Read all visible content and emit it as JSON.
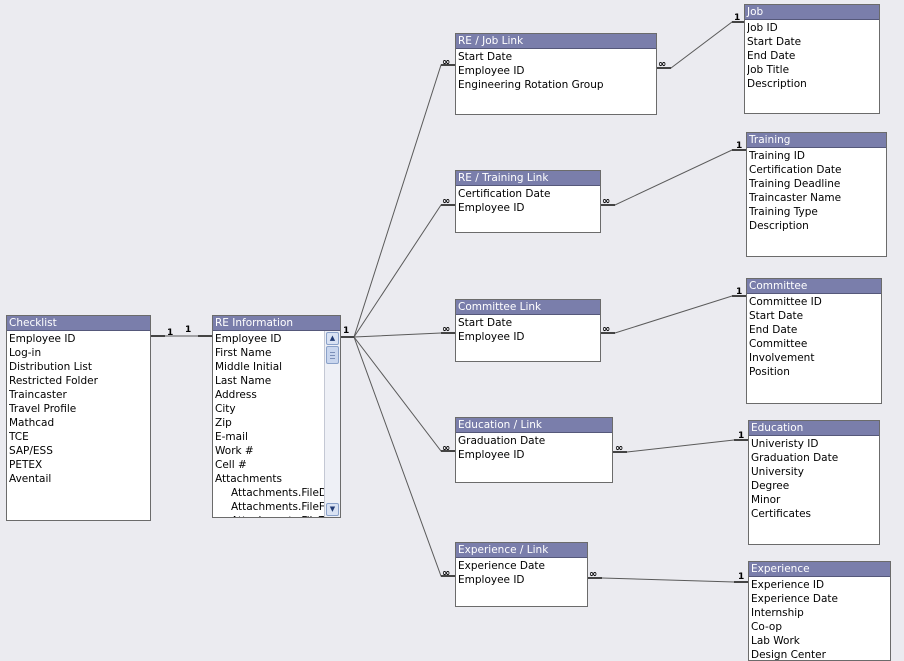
{
  "tables": {
    "checklist": {
      "title": "Checklist",
      "fields": [
        "Employee ID",
        "Log-in",
        "Distribution List",
        "Restricted Folder",
        "Traincaster",
        "Travel Profile",
        "Mathcad",
        "TCE",
        "SAP/ESS",
        "PETEX",
        "Aventail"
      ]
    },
    "re_information": {
      "title": "RE Information",
      "fields": [
        "Employee ID",
        "First Name",
        "Middle Initial",
        "Last Name",
        "Address",
        "City",
        "Zip",
        "E-mail",
        "Work #",
        "Cell #",
        "Attachments"
      ],
      "subfields": [
        "Attachments.FileDa",
        "Attachments.FileFla",
        "Attachments.FileTy"
      ]
    },
    "re_job_link": {
      "title": "RE / Job Link",
      "fields": [
        "Start Date",
        "Employee ID",
        "Engineering Rotation Group"
      ]
    },
    "re_training_link": {
      "title": "RE / Training Link",
      "fields": [
        "Certification Date",
        "Employee ID"
      ]
    },
    "committee_link": {
      "title": "Committee Link",
      "fields": [
        "Start Date",
        "Employee ID"
      ]
    },
    "education_link": {
      "title": "Education / Link",
      "fields": [
        "Graduation Date",
        "Employee ID"
      ]
    },
    "experience_link": {
      "title": "Experience / Link",
      "fields": [
        "Experience Date",
        "Employee ID"
      ]
    },
    "job": {
      "title": "Job",
      "fields": [
        "Job ID",
        "Start Date",
        "End Date",
        "Job Title",
        "Description"
      ]
    },
    "training": {
      "title": "Training",
      "fields": [
        "Training ID",
        "Certification Date",
        "Training Deadline",
        "Traincaster Name",
        "Training Type",
        "Description"
      ]
    },
    "committee": {
      "title": "Committee",
      "fields": [
        "Committee ID",
        "Start Date",
        "End Date",
        "Committee",
        "Involvement",
        "Position"
      ]
    },
    "education": {
      "title": "Education",
      "fields": [
        "Univeristy ID",
        "Graduation Date",
        "University",
        "Degree",
        "Minor",
        "Certificates"
      ]
    },
    "experience": {
      "title": "Experience",
      "fields": [
        "Experience ID",
        "Experience Date",
        "Internship",
        "Co-op",
        "Lab Work",
        "Design Center"
      ]
    }
  },
  "relationships": {
    "one": "1",
    "many": "∞"
  },
  "colors": {
    "title_bar": "#7a7eab",
    "background": "#ebebf0",
    "line": "#555555"
  }
}
